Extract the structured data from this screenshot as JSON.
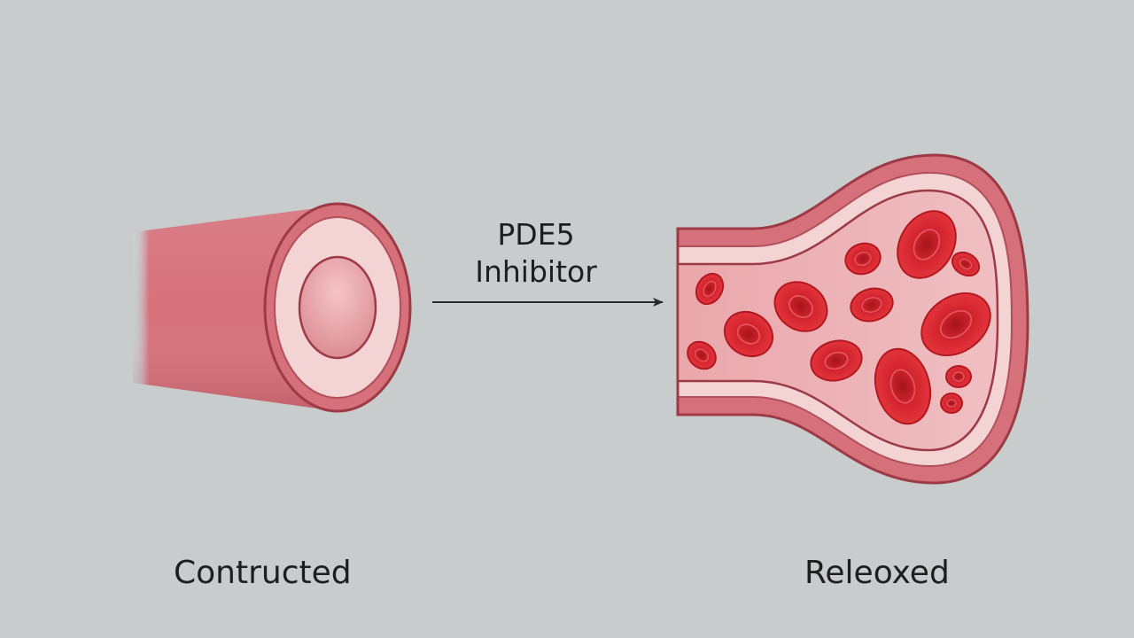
{
  "arrow_label": {
    "line1": "PDE5",
    "line2": "Inhibitor"
  },
  "labels": {
    "left": "Contructed",
    "right": "Releoxed"
  },
  "colors": {
    "background": "#c9cccc",
    "vessel_wall": "#d6707a",
    "vessel_outline": "#9c3a45",
    "inner_layer": "#f4d3d5",
    "lumen": "#ecaaae",
    "red_cell": "#d5232b",
    "text": "#1e1e1e"
  }
}
